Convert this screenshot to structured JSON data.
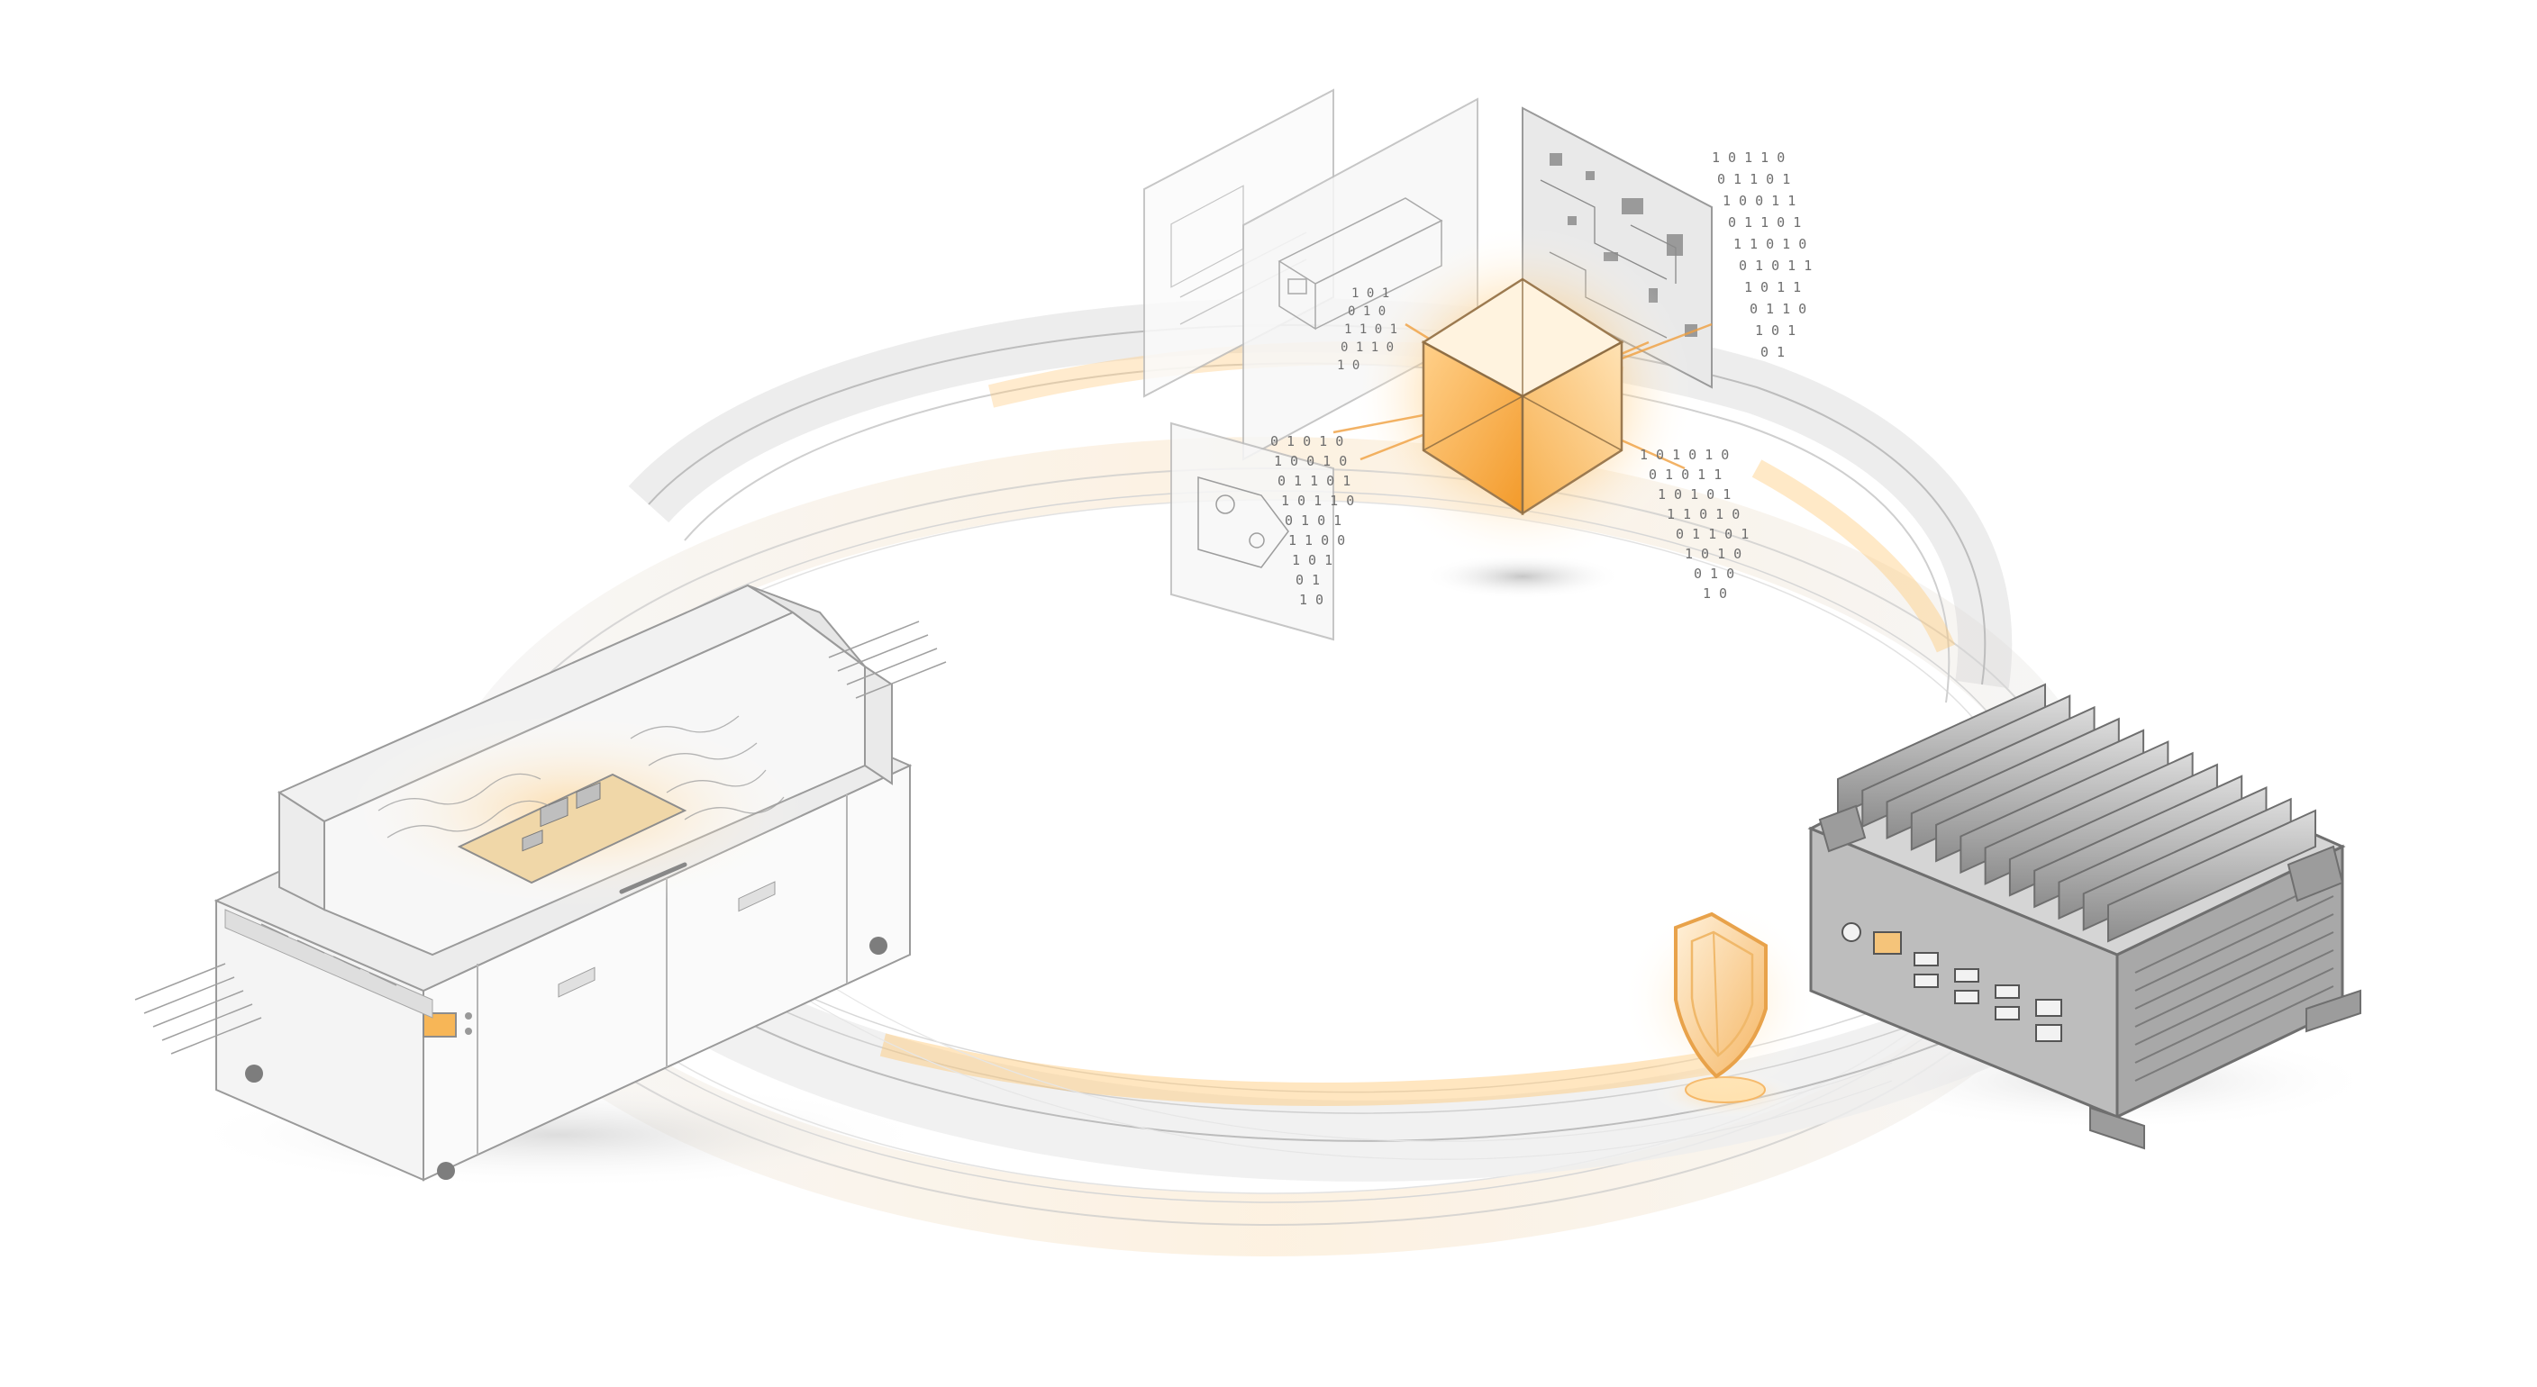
{
  "diagram": {
    "binary_streams": {
      "top_right": [
        "1 0 1 1 0",
        "0 1 1 0 1",
        "1 0 0 1 1",
        "0 1 1 0 1",
        "1 1 0 1 0",
        "0 1 0 1 1",
        "1 0 1 1",
        "0 1 1 0",
        "1 0 1",
        "0 1"
      ],
      "left": [
        "0 1 0 1 0",
        "1 0 0 1 0",
        "0 1 1 0 1",
        "1 0 1 1 0",
        "0 1 0 1",
        "1 1 0 0",
        "1 0 1",
        "0 1",
        "1 0"
      ],
      "right": [
        "1 0 1 0 1 0",
        "0 1 0 1 1",
        "1 0 1 0 1",
        "1 1 0 1 0",
        "0 1 1 0 1",
        "1 0 1 0",
        "0 1 0",
        "1 0"
      ],
      "mid_left": [
        "1 0 1",
        "0 1 0",
        "1 1 0 1",
        "0 1 1 0",
        "1 0"
      ]
    },
    "accent_color": "#f5a623",
    "device_color": "#8a8a8a"
  }
}
